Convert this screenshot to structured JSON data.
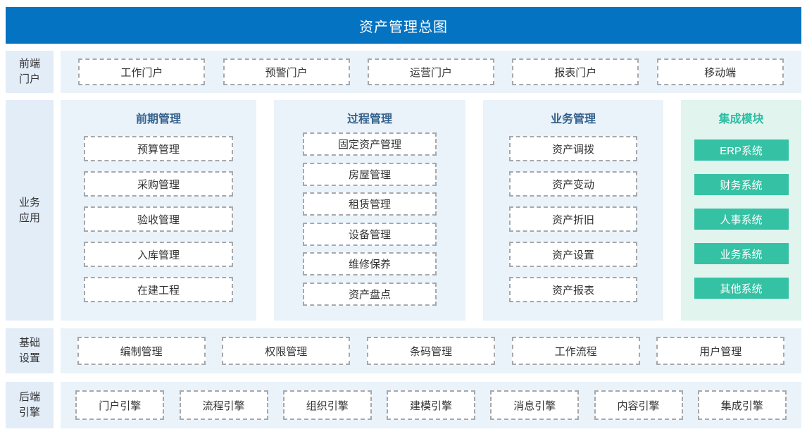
{
  "header": {
    "title": "资产管理总图"
  },
  "colors": {
    "header_bg": "#0473C2",
    "panel_bg": "#EAF2FA",
    "side_label_bg": "#E3EDF8",
    "dashed_box_border": "#A5A9AD",
    "box_text": "#333333",
    "column_title_blue": "#34618C",
    "teal_accent": "#35C2A4",
    "teal_title": "#2BBFA3",
    "teal_panel_bg": "#E1F4EE"
  },
  "sections": {
    "front_portal": {
      "label": "前端\n门户",
      "items": [
        "工作门户",
        "预警门户",
        "运营门户",
        "报表门户",
        "移动端"
      ]
    },
    "business_apps": {
      "label": "业务\n应用",
      "columns": [
        {
          "title": "前期管理",
          "items": [
            "预算管理",
            "采购管理",
            "验收管理",
            "入库管理",
            "在建工程"
          ]
        },
        {
          "title": "过程管理",
          "items": [
            "固定资产管理",
            "房屋管理",
            "租赁管理",
            "设备管理",
            "维修保养",
            "资产盘点"
          ]
        },
        {
          "title": "业务管理",
          "items": [
            "资产调拨",
            "资产变动",
            "资产折旧",
            "资产设置",
            "资产报表"
          ]
        },
        {
          "title": "集成模块",
          "items": [
            "ERP系统",
            "财务系统",
            "人事系统",
            "业务系统",
            "其他系统"
          ]
        }
      ]
    },
    "basic_settings": {
      "label": "基础\n设置",
      "items": [
        "编制管理",
        "权限管理",
        "条码管理",
        "工作流程",
        "用户管理"
      ]
    },
    "backend_engines": {
      "label": "后端\n引擎",
      "items": [
        "门户引擎",
        "流程引擎",
        "组织引擎",
        "建模引擎",
        "消息引擎",
        "内容引擎",
        "集成引擎"
      ]
    }
  }
}
